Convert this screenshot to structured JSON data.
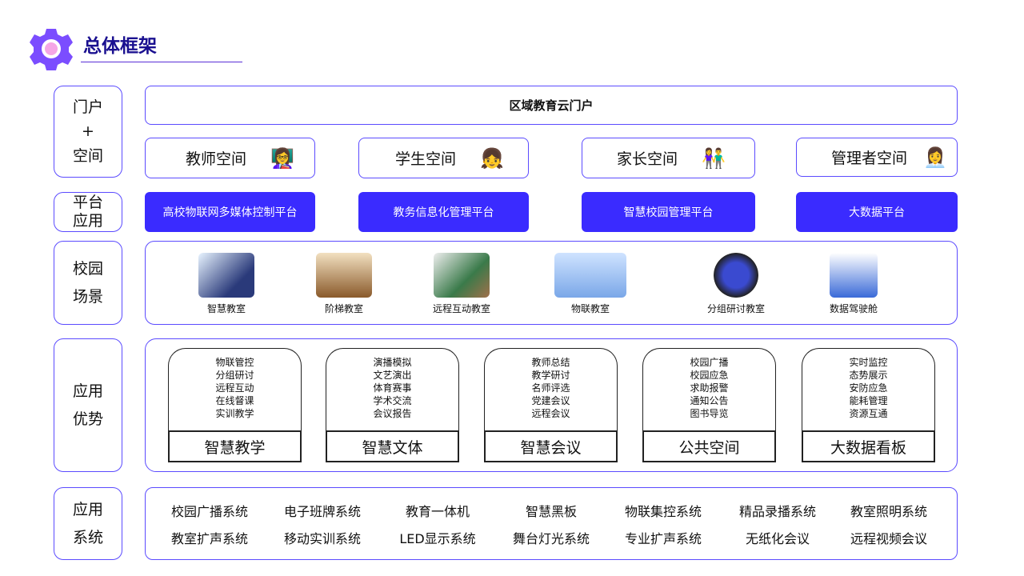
{
  "title": "总体框架",
  "labels": [
    "门户\n+\n空间",
    "平台\n应用",
    "校园\n场景",
    "应用\n优势",
    "应用\n系统"
  ],
  "portal": "区域教育云门户",
  "spaces": [
    {
      "label": "教师空间",
      "icon": "teacher-avatar-icon"
    },
    {
      "label": "学生空间",
      "icon": "student-avatar-icon"
    },
    {
      "label": "家长空间",
      "icon": "parents-avatar-icon"
    },
    {
      "label": "管理者空间",
      "icon": "manager-avatar-icon"
    }
  ],
  "platforms": [
    "高校物联网多媒体控制平台",
    "教务信息化管理平台",
    "智慧校园管理平台",
    "大数据平台"
  ],
  "scenes": [
    "智慧教室",
    "阶梯教室",
    "远程互动教室",
    "物联教室",
    "分组研讨教室",
    "数据驾驶舱"
  ],
  "advantages": [
    {
      "title": "智慧教学",
      "items": [
        "物联管控",
        "分组研讨",
        "远程互动",
        "在线督课",
        "实训教学"
      ]
    },
    {
      "title": "智慧文体",
      "items": [
        "演播模拟",
        "文艺演出",
        "体育赛事",
        "学术交流",
        "会议报告"
      ]
    },
    {
      "title": "智慧会议",
      "items": [
        "教师总结",
        "教学研讨",
        "名师评选",
        "党建会议",
        "远程会议"
      ]
    },
    {
      "title": "公共空间",
      "items": [
        "校园广播",
        "校园应急",
        "求助报警",
        "通知公告",
        "图书导览"
      ]
    },
    {
      "title": "大数据看板",
      "items": [
        "实时监控",
        "态势展示",
        "安防应急",
        "能耗管理",
        "资源互通"
      ]
    }
  ],
  "systems": [
    [
      "校园广播系统",
      "电子班牌系统",
      "教育一体机",
      "智慧黑板",
      "物联集控系统",
      "精品录播系统",
      "教室照明系统"
    ],
    [
      "教室扩声系统",
      "移动实训系统",
      "LED显示系统",
      "舞台灯光系统",
      "专业扩声系统",
      "无纸化会议",
      "远程视频会议"
    ]
  ],
  "colors": {
    "accent": "#3a2bff",
    "title": "#1a1090",
    "gear": "#7b4dff"
  }
}
